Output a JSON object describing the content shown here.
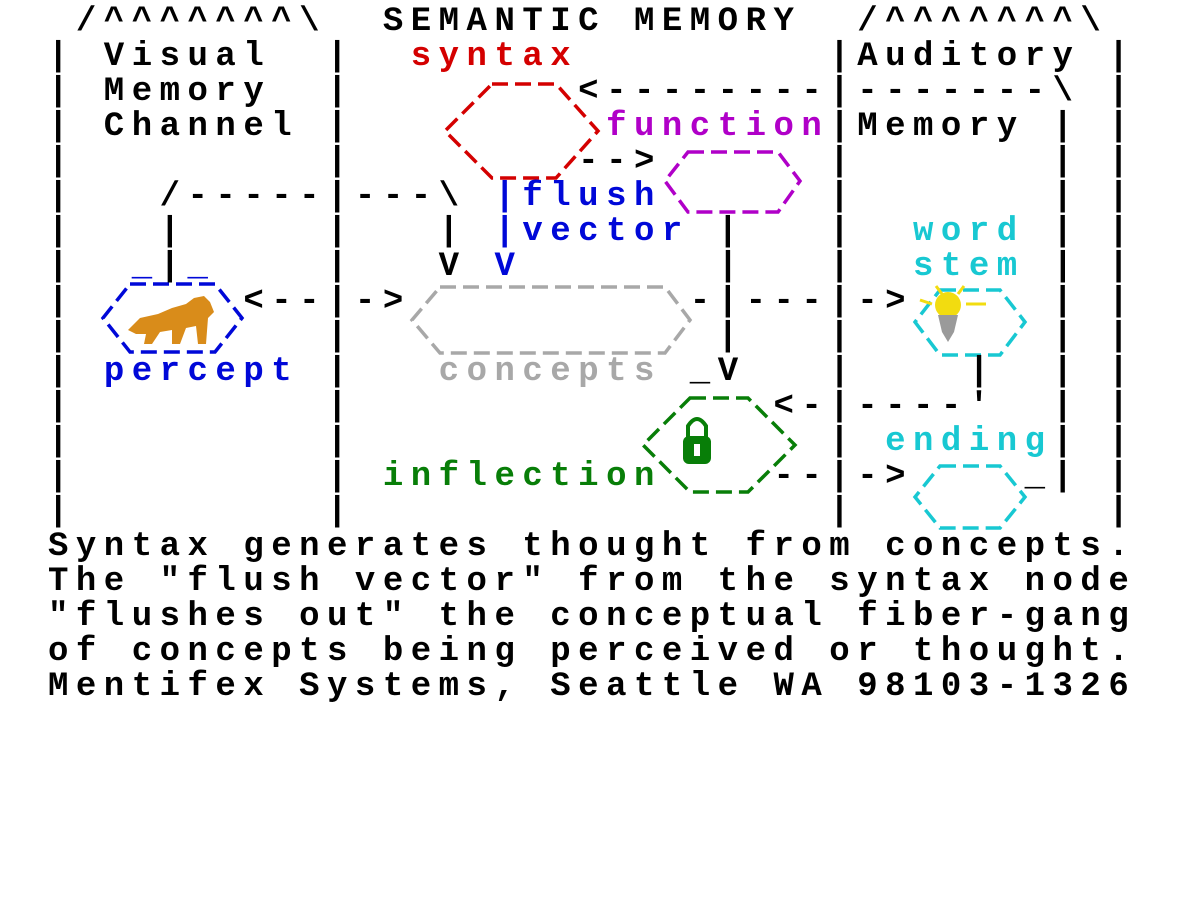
{
  "colors": {
    "k": "#000000",
    "r": "#d40000",
    "p": "#b000c8",
    "b": "#0008d8",
    "c": "#18c8d2",
    "g": "#a8a8a8",
    "G": "#087e08",
    "orange": "#d98c1a",
    "yellow": "#f2dc10",
    "bulb_base": "#9a9a9a"
  },
  "icons": [
    "dog-icon",
    "lightbulb-icon",
    "padlock-icon"
  ],
  "diagram_rows": [
    [
      [
        " /^^^^^^^\\  SEMANTIC MEMORY  /^^^^^^^\\ ",
        "k"
      ]
    ],
    [
      [
        "| Visual  |  ",
        "k"
      ],
      [
        "syntax",
        "r"
      ],
      [
        "         |Auditory |",
        "k"
      ]
    ],
    [
      [
        "| Memory  |        <--------|-------\\ |",
        "k"
      ]
    ],
    [
      [
        "| Channel |         ",
        "k"
      ],
      [
        "function",
        "p"
      ],
      [
        "|Memory | |",
        "k"
      ]
    ],
    [
      [
        "|         |        -->      |       | |",
        "k"
      ]
    ],
    [
      [
        "|   /-----|---\\ ",
        "k"
      ],
      [
        "|flush",
        "b"
      ],
      [
        "      |       | |",
        "k"
      ]
    ],
    [
      [
        "|   |     |   | ",
        "k"
      ],
      [
        "|vector",
        "b"
      ],
      [
        " |   |  ",
        "k"
      ],
      [
        "word",
        "c"
      ],
      [
        " | |",
        "k"
      ]
    ],
    [
      [
        "|  ",
        "k"
      ],
      [
        "_",
        "b"
      ],
      [
        "|",
        "k"
      ],
      [
        "_",
        "b"
      ],
      [
        "    |   V ",
        "k"
      ],
      [
        "V",
        "b"
      ],
      [
        "       |   |  ",
        "k"
      ],
      [
        "stem",
        "c"
      ],
      [
        " | |",
        "k"
      ]
    ],
    [
      [
        "|      <--|->          -|---|->     | |",
        "k"
      ]
    ],
    [
      [
        "|         |             |   |       | |",
        "k"
      ]
    ],
    [
      [
        "| ",
        "k"
      ],
      [
        "percept",
        "b"
      ],
      [
        " |   ",
        "k"
      ],
      [
        "concepts",
        "g"
      ],
      [
        " _V   |    |  | |",
        "k"
      ]
    ],
    [
      [
        "|         |               <-|----'  | |",
        "k"
      ]
    ],
    [
      [
        "|         |                 | ",
        "k"
      ],
      [
        "ending",
        "c"
      ],
      [
        "| |",
        "k"
      ]
    ],
    [
      [
        "|         | ",
        "k"
      ],
      [
        "inflection",
        "G"
      ],
      [
        "    --|->    _| |",
        "k"
      ]
    ],
    [
      [
        "|         |                 |         |",
        "k"
      ]
    ]
  ],
  "caption_lines": [
    "Syntax generates thought from concepts.",
    "The \"flush vector\" from the syntax node",
    "\"flushes out\" the conceptual fiber-gang",
    "of concepts being perceived or thought.",
    "Mentifex Systems, Seattle WA 98103-1326"
  ]
}
